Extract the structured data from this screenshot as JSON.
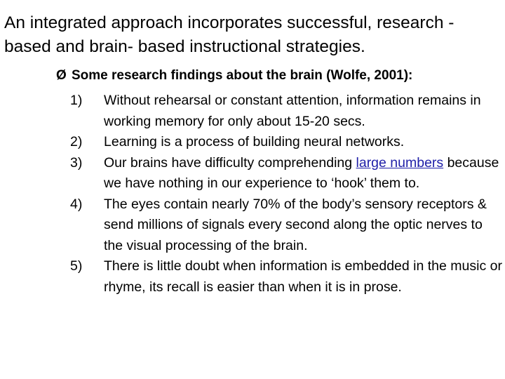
{
  "title": "An integrated approach incorporates successful, research - based and brain- based instructional strategies.",
  "subheading": {
    "bullet": "Ø",
    "text": "Some research findings about the brain (Wolfe, 2001):"
  },
  "findings": [
    {
      "number": "1)",
      "text": "Without rehearsal or constant attention, information remains in working memory for only about 15-20 secs."
    },
    {
      "number": "2)",
      "text": "Learning is a process of building neural networks."
    },
    {
      "number": "3)",
      "before": "Our brains have difficulty comprehending ",
      "link": "large numbers",
      "after": " because we have nothing in our experience to ‘hook’ them to."
    },
    {
      "number": "4)",
      "text": "The eyes contain nearly 70% of the body’s sensory receptors  & send millions of signals every second along the optic nerves to the visual processing of the brain."
    },
    {
      "number": "5)",
      "text": "There is little doubt when information is embedded in the music or rhyme, its recall is easier than when it is in prose."
    }
  ]
}
